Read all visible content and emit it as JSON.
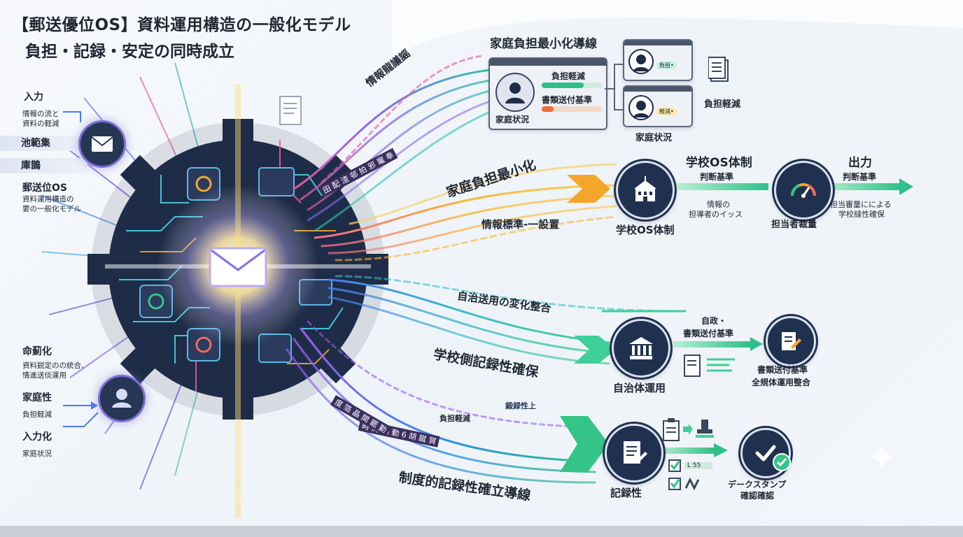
{
  "title": {
    "line1": "【郵送優位OS】資料運用構造の一般化モデル",
    "line2": "負担・記録・安定の同時成立"
  },
  "left": {
    "input_label": "入力",
    "input_sub1": "情報の流と",
    "input_sub2": "資料の軽減",
    "tab1": "池範集",
    "tab2": "庫鵲",
    "os_label": "郵送位OS",
    "os_sub1": "資料運用構造の",
    "os_sub2": "要の一般化モデル",
    "lower_title": "命薊化",
    "lower_sub1": "資料鋭定のの統合、",
    "lower_sub2": "情進送倓運用",
    "family_label": "家庭性",
    "family_sub": "負担軽減",
    "inputization_label": "入力化",
    "inputization_sub": "家庭状況"
  },
  "streams": {
    "top_diag": "情報龍議謡",
    "top_small": "田 配 渣 邨 拍 邪 竃 奉",
    "family_min": "家庭負担最小化",
    "standard": "情報標準-一設置",
    "municipal_change": "自治送用の変化整合",
    "school_record": "学校側記録性確保",
    "record_up": "鍛録性上",
    "burden_small": "負担軽減",
    "mid_small": "時 問 臨 動 6 胡 蹴 賀",
    "institutional": "制度的記録性確立導線",
    "lower_small": "度 箔 晶 関 罷 勤"
  },
  "family_flow": {
    "header": "家庭負担最小化導線",
    "card_burden": "負担軽減",
    "card_docs": "書類送付基準",
    "card_status": "家庭状況",
    "mini_tag1": "負担•",
    "mini_tag2": "軽減•",
    "right_label": "負担軽減",
    "right_bottom": "家庭状況"
  },
  "school_flow": {
    "node_label": "学校OS体制",
    "header": "学校OS体制",
    "criteria": "判断基準",
    "sub1": "情報の",
    "sub2": "担導者のイッス",
    "gauge_label": "担当者裁量",
    "output_header": "出力",
    "output_criteria": "判断基準",
    "output_sub1": "担当審量にによる",
    "output_sub2": "学校縫性確保"
  },
  "municipal_flow": {
    "node_label": "自治体運用",
    "header1": "自政・",
    "header2": "書類送付基準",
    "right1": "書類送付基準",
    "right2": "全規体運用整合"
  },
  "record_flow": {
    "node_label": "記録性",
    "check_text": "L 55",
    "right1": "デークスタンプ",
    "right2": "確認確認"
  },
  "colors": {
    "navy": "#203150",
    "purple": "#7b6fd6",
    "blue": "#3b82f6",
    "teal": "#2fb8a6",
    "orange": "#f4a62a",
    "pink": "#e05a9c",
    "green": "#35c487",
    "arrow_green": "#3fcf9a"
  },
  "icons": [
    "mail-icon",
    "user-icon",
    "school-icon",
    "gauge-icon",
    "bank-icon",
    "document-icon",
    "checkmark-icon",
    "stamp-icon",
    "clipboard-icon"
  ]
}
